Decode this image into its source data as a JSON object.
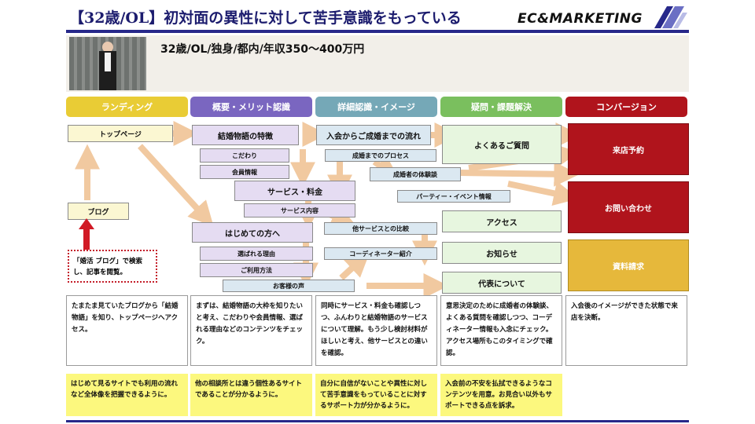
{
  "title": "【32歳/OL】初対面の異性に対して苦手意識をもっている",
  "logo": "EC&MARKETING",
  "persona": "32歳/OL/独身/都内/年収350～400万円",
  "colors": {
    "yellow": "#e9cc35",
    "purple": "#7a66c0",
    "teal": "#75a8b7",
    "green": "#7abf5e",
    "red": "#b0141c",
    "navy": "#27288a",
    "arrow": "#f1c9a0"
  },
  "stages": [
    "ランディング",
    "概要・メリット認識",
    "詳細認識・イメージ",
    "疑問・課題解決",
    "コンバージョン"
  ],
  "landing": {
    "top_page": "トップページ",
    "blog": "ブログ",
    "note": "「婚活 ブログ」で検索し、記事を閲覧。"
  },
  "overview": {
    "tokucho": "結婚物語の特徴",
    "kodawari": "こだわり",
    "kaiin": "会員情報",
    "service": "サービス・料金",
    "service_naiyou": "サービス内容",
    "hajimete": "はじめての方へ",
    "erabareru": "選ばれる理由",
    "riyou": "ご利用方法",
    "okyakusama": "お客様の声"
  },
  "detail": {
    "nagare": "入会からご成婚までの流れ",
    "process": "成婚までのプロセス",
    "taiken": "成婚者の体験談",
    "party": "パーティー・イベント情報",
    "hikaku": "他サービスとの比較",
    "coordinator": "コーディネーター紹介"
  },
  "question": {
    "faq": "よくあるご質問",
    "access": "アクセス",
    "oshirase": "お知らせ",
    "daihyou": "代表について"
  },
  "conversion": {
    "raiten": "来店予約",
    "toiawase": "お問い合わせ",
    "shiryou": "資料請求"
  },
  "descriptions": [
    "たまたま見ていたブログから「結婚物語」を知り、トップページへアクセス。",
    "まずは、結婚物語の大枠を知りたいと考え、こだわりや会員情報、選ばれる理由などのコンテンツをチェック。",
    "同時にサービス・料金も確認しつつ、ふんわりと結婚物語のサービスについて理解。もう少し検討材料がほしいと考え、他サービスとの違いを確認。",
    "意思決定のために成婚者の体験談、よくある質問を確認しつつ、コーディネーター情報も入念にチェック。アクセス場所もこのタイミングで確認。",
    "入会後のイメージができた状態で来店を決断。"
  ],
  "notes": [
    "はじめて見るサイトでも利用の流れなど全体像を把握できるように。",
    "他の相談所とは違う個性あるサイトであることが分かるように。",
    "自分に自信がないことや異性に対して苦手意識をもっていることに対するサポート力が分かるように。",
    "入会前の不安を払拭できるようなコンテンツを用意。お見合い以外もサポートできる点を訴求。"
  ]
}
